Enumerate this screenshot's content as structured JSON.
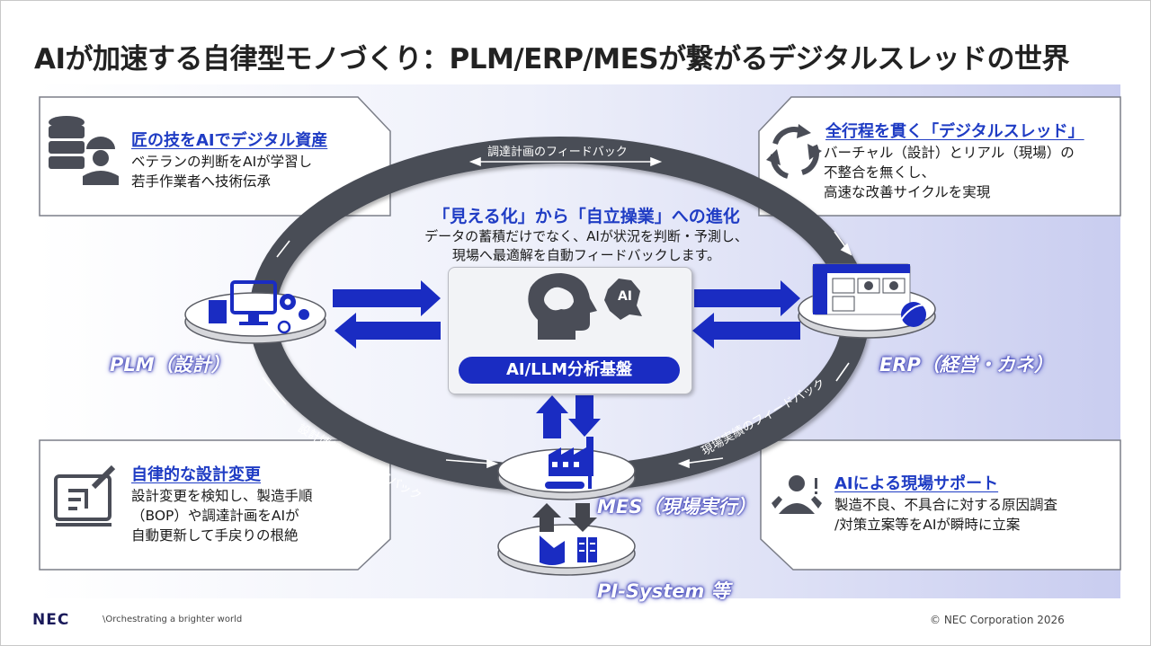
{
  "title": "AIが加速する自律型モノづくり：PLM/ERP/MESが繋がるデジタルスレッドの世界",
  "boxes": {
    "top_left": {
      "title": "匠の技をAIでデジタル資産",
      "lines": [
        "ベテランの判断をAIが学習し",
        "若手作業者へ技術伝承"
      ]
    },
    "top_right": {
      "title": "全行程を貫く「デジタルスレッド」",
      "lines": [
        "バーチャル（設計）とリアル（現場）の",
        "不整合を無くし、",
        "高速な改善サイクルを実現"
      ]
    },
    "bottom_left": {
      "title": "自律的な設計変更",
      "lines": [
        "設計変更を検知し、製造手順",
        "（BOP）や調達計画をAIが",
        "自動更新して手戻りの根絶"
      ]
    },
    "bottom_right": {
      "title": "AIによる現場サポート",
      "lines": [
        "製造不良、不具合に対する原因調査",
        "/対策立案等をAIが瞬時に立案"
      ]
    }
  },
  "center": {
    "title": "「見える化」から「自立操業」への進化",
    "lines": [
      "データの蓄積だけでなく、AIが状況を判断・予測し、",
      "現場へ最適解を自動フィードバックします。"
    ]
  },
  "ai_panel": {
    "badge": "AI",
    "label": "AI/LLM分析基盤"
  },
  "nodes": {
    "plm": "PLM（設計）",
    "erp": "ERP（経営・カネ）",
    "mes": "MES（現場実行）",
    "pi": "PI-System 等"
  },
  "loop_labels": {
    "top": "調達計画のフィードバック",
    "left": "設計情報のフィードバック",
    "right": "現場実績のフィードバック"
  },
  "icons": {
    "top_left": "database-worker-icon",
    "top_right": "cycle-arrows-icon",
    "bottom_left": "blueprint-icon",
    "bottom_right": "support-person-icon",
    "ai": "brain-head-icon",
    "plm": "monitor-gears-icon",
    "erp": "dashboard-globe-icon",
    "mes": "factory-icon",
    "pi": "storage-icon"
  },
  "colors": {
    "accent": "#1f3cc4",
    "loop": "#4a4d57",
    "arrow": "#1a2cc2"
  },
  "footer": {
    "logo": "NEC",
    "tagline": "\\Orchestrating a brighter world",
    "copyright": "© NEC Corporation 2026"
  }
}
